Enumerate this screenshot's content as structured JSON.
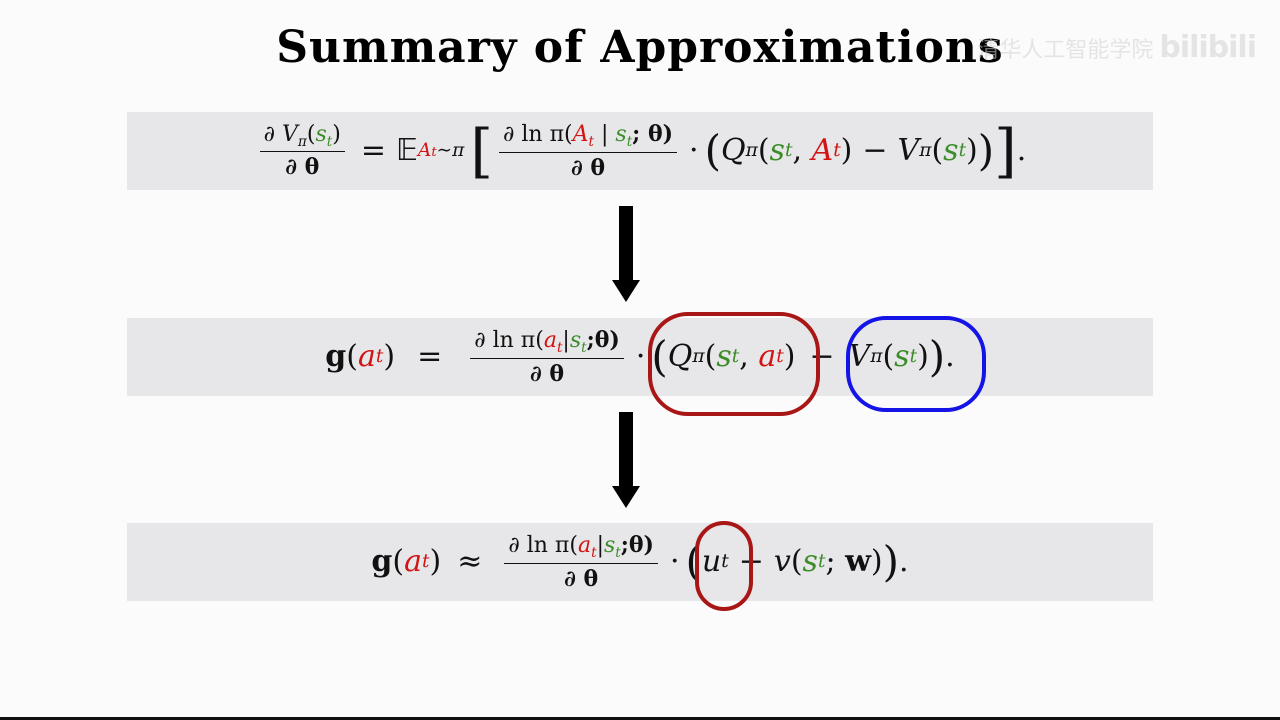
{
  "slide": {
    "title": "Summary of Approximations",
    "watermark": {
      "text": "清华人工智能学院",
      "logo": "bilibili"
    }
  },
  "equations": {
    "eq1": {
      "lhs_num": "∂ V",
      "lhs_num_sub": "π",
      "lhs_num_arg_open": "(",
      "lhs_num_arg": "s",
      "lhs_num_arg_sub": "t",
      "lhs_num_arg_close": ")",
      "lhs_den": "∂ θ",
      "equals": "=",
      "expect": "𝔼",
      "expect_sub_var": "A",
      "expect_sub_var_sub": "t",
      "expect_sub_dist": "∼π",
      "inner_num_pre": "∂ ln π(",
      "inner_num_a": "A",
      "inner_num_a_sub": "t",
      "inner_num_bar": " | ",
      "inner_num_s": "s",
      "inner_num_s_sub": "t",
      "inner_num_post": "; θ)",
      "inner_den": "∂ θ",
      "dot": "·",
      "q": "Q",
      "q_sub": "π",
      "v": "V",
      "v_sub": "π",
      "minus": "−",
      "period": "."
    },
    "eq2": {
      "g": "g",
      "a": "a",
      "a_sub": "t",
      "equals": "=",
      "num_pre": "∂ ln π(",
      "num_a": "a",
      "num_a_sub": "t",
      "num_bar": "|",
      "num_s": "s",
      "num_s_sub": "t",
      "num_post": ";θ)",
      "den": "∂ θ",
      "dot": "·",
      "q": "Q",
      "q_sub": "π",
      "minus": "−",
      "v": "V",
      "v_sub": "π",
      "period": "."
    },
    "eq3": {
      "g": "g",
      "a": "a",
      "a_sub": "t",
      "approx": "≈",
      "num_pre": "∂ ln π(",
      "num_a": "a",
      "num_a_sub": "t",
      "num_bar": "|",
      "num_s": "s",
      "num_s_sub": "t",
      "num_post": ";θ)",
      "den": "∂ θ",
      "dot": "·",
      "u": "u",
      "u_sub": "t",
      "minus": "−",
      "v": "v",
      "w": "w",
      "period": "."
    }
  },
  "colors": {
    "action": "#d31414",
    "state": "#3c8c2a",
    "circle_red": "#a91616",
    "circle_blue": "#1414e6",
    "band": "#e7e7e9"
  },
  "icons": [
    "down-arrow-icon",
    "down-arrow-icon"
  ]
}
